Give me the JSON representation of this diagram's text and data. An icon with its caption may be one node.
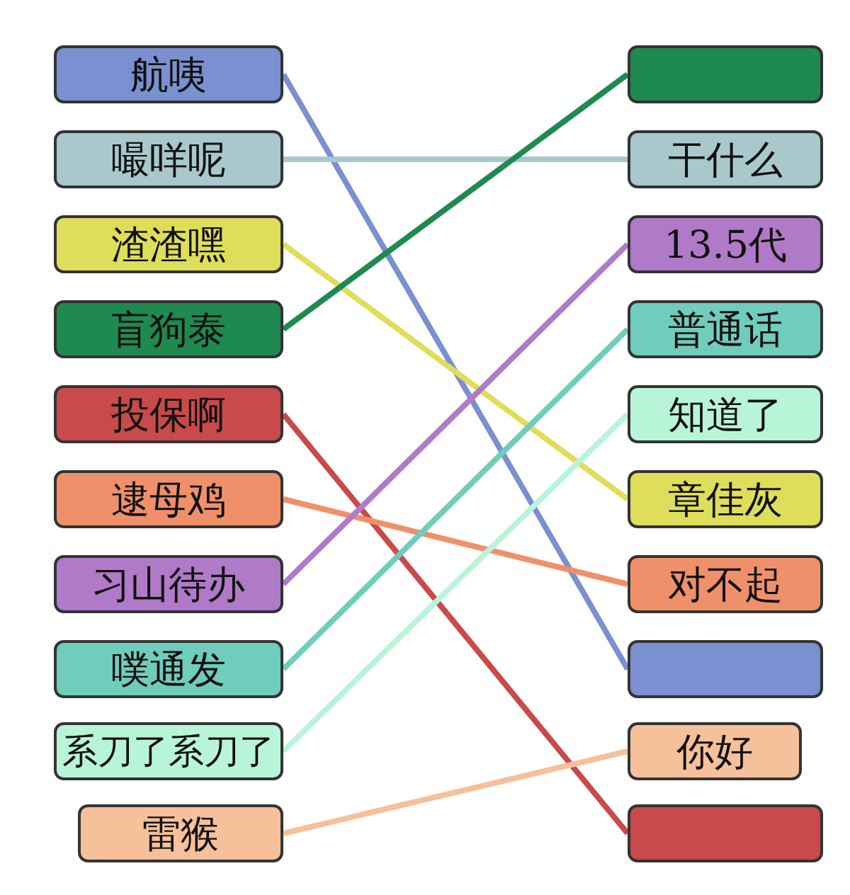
{
  "diagram": {
    "nodes": [
      {
        "text": [
          "航咦"
        ]
      },
      {
        "text": [
          "嘬咩呢"
        ]
      },
      {
        "text": [
          "渣渣嘿"
        ]
      },
      {
        "text": [
          "盲狗泰"
        ]
      },
      {
        "text": [
          "投保啊"
        ]
      },
      {
        "text": [
          "逮母鸡"
        ]
      },
      {
        "text": [
          "习山待办"
        ]
      },
      {
        "text": [
          "噗通发"
        ]
      },
      {
        "text": [
          "系刀了系刀了"
        ]
      },
      {
        "text": [
          "雷猴"
        ]
      },
      {
        "text": [],
        "shape": "box"
      },
      {
        "text": [
          "干什么"
        ]
      },
      {
        "text": [
          "13.5代"
        ]
      },
      {
        "text": [
          "普通话"
        ]
      },
      {
        "text": [
          "知道了"
        ]
      },
      {
        "text": [
          "章佳灰"
        ]
      },
      {
        "text": [
          "对不起"
        ]
      },
      {
        "text": [],
        "shape": "box"
      },
      {
        "text": [
          "你好"
        ]
      },
      {
        "text": [],
        "shape": "box"
      }
    ],
    "edges": [
      {
        "from": 0,
        "to": 17,
        "arrow": "none",
        "color": "#7b90d0"
      },
      {
        "from": 1,
        "to": 11,
        "arrow": "none",
        "color": "#a8c8cc"
      },
      {
        "from": 2,
        "to": 15,
        "arrow": "none",
        "color": "#dede5a"
      },
      {
        "from": 3,
        "to": 10,
        "arrow": "none",
        "color": "#1e8a50"
      },
      {
        "from": 4,
        "to": 19,
        "arrow": "none",
        "color": "#c84a4a"
      },
      {
        "from": 5,
        "to": 16,
        "arrow": "none",
        "color": "#f0906a"
      },
      {
        "from": 6,
        "to": 12,
        "arrow": "none",
        "color": "#b07ac8"
      },
      {
        "from": 7,
        "to": 13,
        "arrow": "none",
        "color": "#70ccbc"
      },
      {
        "from": 8,
        "to": 14,
        "arrow": "none",
        "color": "#b8f5d8"
      },
      {
        "from": 9,
        "to": 18,
        "arrow": "none",
        "color": "#f5c09a"
      }
    ]
  }
}
